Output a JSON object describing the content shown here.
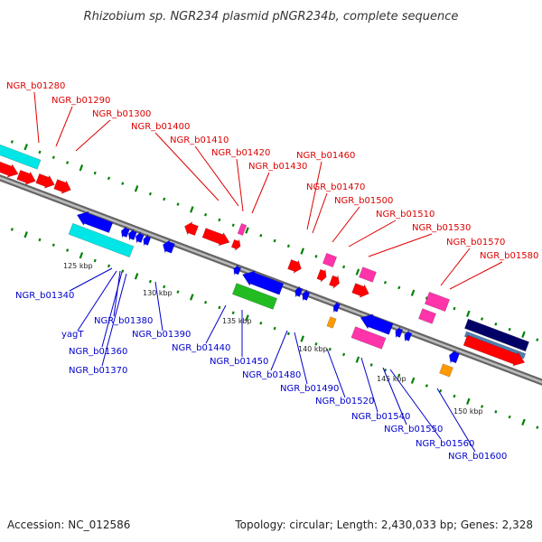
{
  "title": "Rhizobium sp. NGR234 plasmid pNGR234b, complete sequence",
  "footer": {
    "accession": "Accession: NC_012586",
    "summary": "Topology: circular; Length: 2,430,033 bp; Genes: 2,328"
  },
  "colors": {
    "top_label": "#dd0000",
    "bottom_label": "#0000cc",
    "backbone": "#808080",
    "tick": "#008000",
    "red": "#ff0000",
    "blue": "#0000ff",
    "cyan": "#00e5e5",
    "magenta": "#ff33aa",
    "green": "#22bb22",
    "orange": "#ff9900",
    "navy": "#000066",
    "steel": "#4f7fb0"
  },
  "scale_marks": [
    "125 kbp",
    "130 kbp",
    "135 kbp",
    "140 kbp",
    "145 kbp",
    "150 kbp"
  ],
  "top_labels": [
    "NGR_b01280",
    "NGR_b01290",
    "NGR_b01300",
    "NGR_b01400",
    "NGR_b01410",
    "NGR_b01420",
    "NGR_b01430",
    "NGR_b01460",
    "NGR_b01470",
    "NGR_b01500",
    "NGR_b01510",
    "NGR_b01530",
    "NGR_b01570",
    "NGR_b01580"
  ],
  "bottom_labels": [
    "NGR_b01340",
    "yagT",
    "NGR_b01380",
    "NGR_b01360",
    "NGR_b01370",
    "NGR_b01390",
    "NGR_b01440",
    "NGR_b01450",
    "NGR_b01480",
    "NGR_b01490",
    "NGR_b01520",
    "NGR_b01540",
    "NGR_b01550",
    "NGR_b01560",
    "NGR_b01600"
  ]
}
